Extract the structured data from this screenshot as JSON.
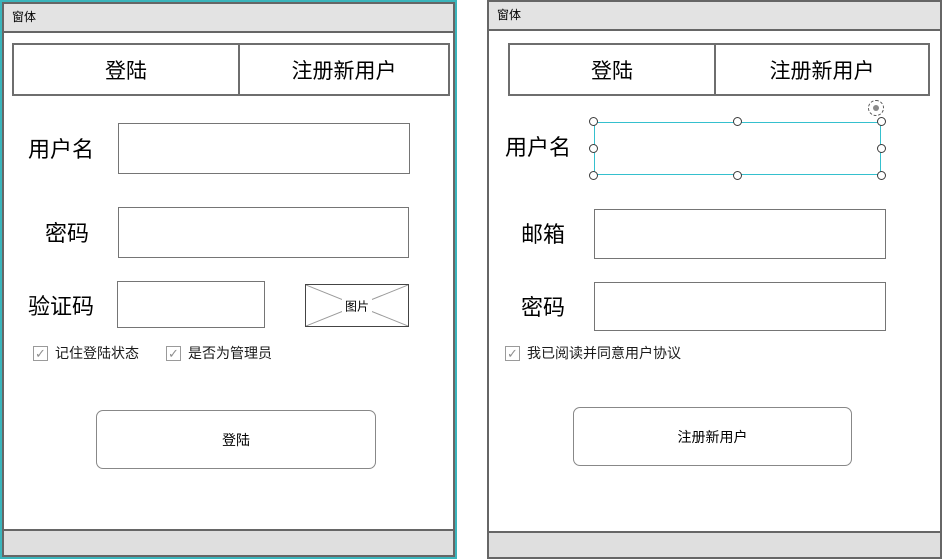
{
  "glyphs": {
    "check": "✓"
  },
  "colors": {
    "selection_outline": "#3AB5BC",
    "selected_widget_border": "#35C0CE",
    "window_border": "#666666",
    "titlebar_bg": "#E3E3E3",
    "statusbar_bg": "#DFDFDF"
  },
  "left_window": {
    "title": "窗体",
    "tabs": {
      "login": "登陆",
      "register": "注册新用户"
    },
    "username_label": "用户名",
    "username_value": "",
    "password_label": "密码",
    "password_value": "",
    "captcha_label": "验证码",
    "captcha_value": "",
    "captcha_image_label": "图片",
    "checkbox_remember": "记住登陆状态",
    "checkbox_remember_checked": true,
    "checkbox_admin": "是否为管理员",
    "checkbox_admin_checked": true,
    "login_button": "登陆"
  },
  "right_window": {
    "title": "窗体",
    "tabs": {
      "login": "登陆",
      "register": "注册新用户"
    },
    "username_label": "用户名",
    "username_value": "",
    "email_label": "邮箱",
    "email_value": "",
    "password_label": "密码",
    "password_value": "",
    "checkbox_agreement": "我已阅读并同意用户协议",
    "checkbox_agreement_checked": true,
    "register_button": "注册新用户"
  }
}
